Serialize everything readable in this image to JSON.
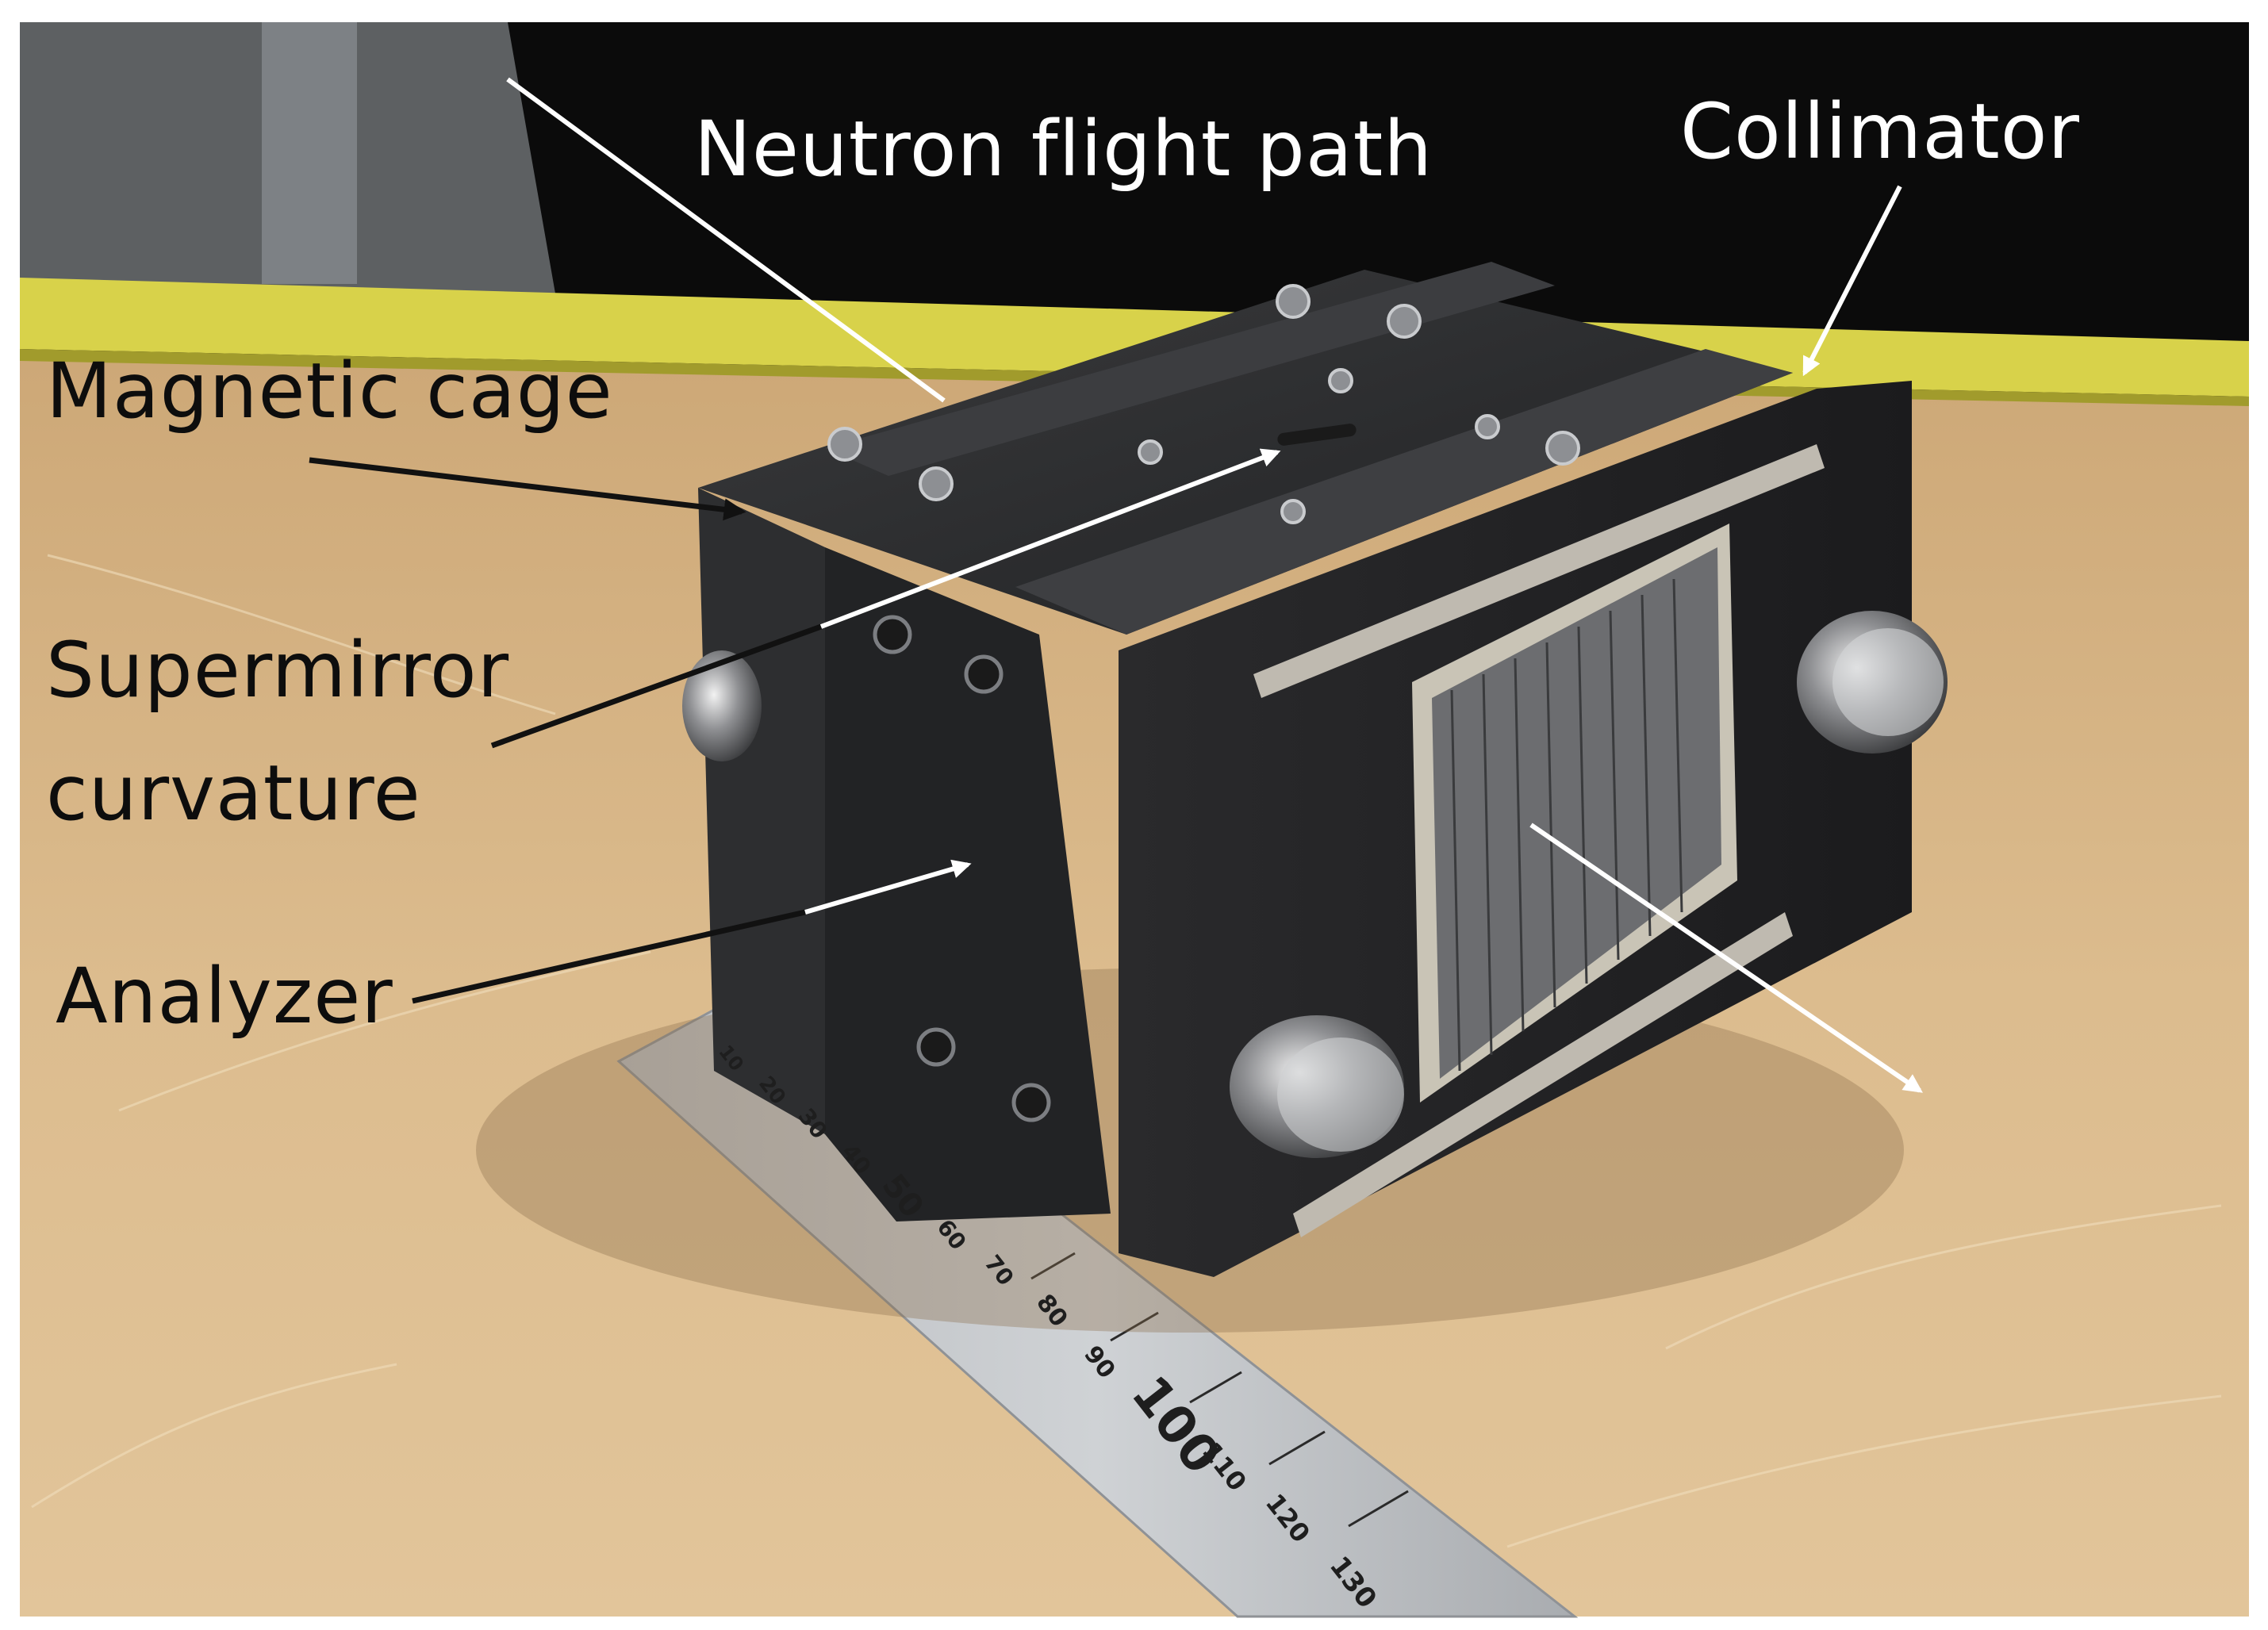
{
  "labels": {
    "neutron_flight_path": "Neutron flight path",
    "collimator": "Collimator",
    "magnetic_cage": "Magnetic cage",
    "supermirror_line1": "Supermirror",
    "supermirror_line2": "curvature",
    "analyzer": "Analyzer"
  },
  "ruler": {
    "ticks": [
      "10",
      "20",
      "30",
      "40",
      "50",
      "60",
      "70",
      "80",
      "90",
      "100",
      "110",
      "120",
      "130"
    ]
  },
  "colors": {
    "background_wall": "#0b0b0b",
    "yellow_rail": "#d8d24a",
    "table_wood": "#d9b98a",
    "device_body": "#2b2c2e",
    "label_light": "#ffffff",
    "label_dark": "#0d0d0d"
  }
}
